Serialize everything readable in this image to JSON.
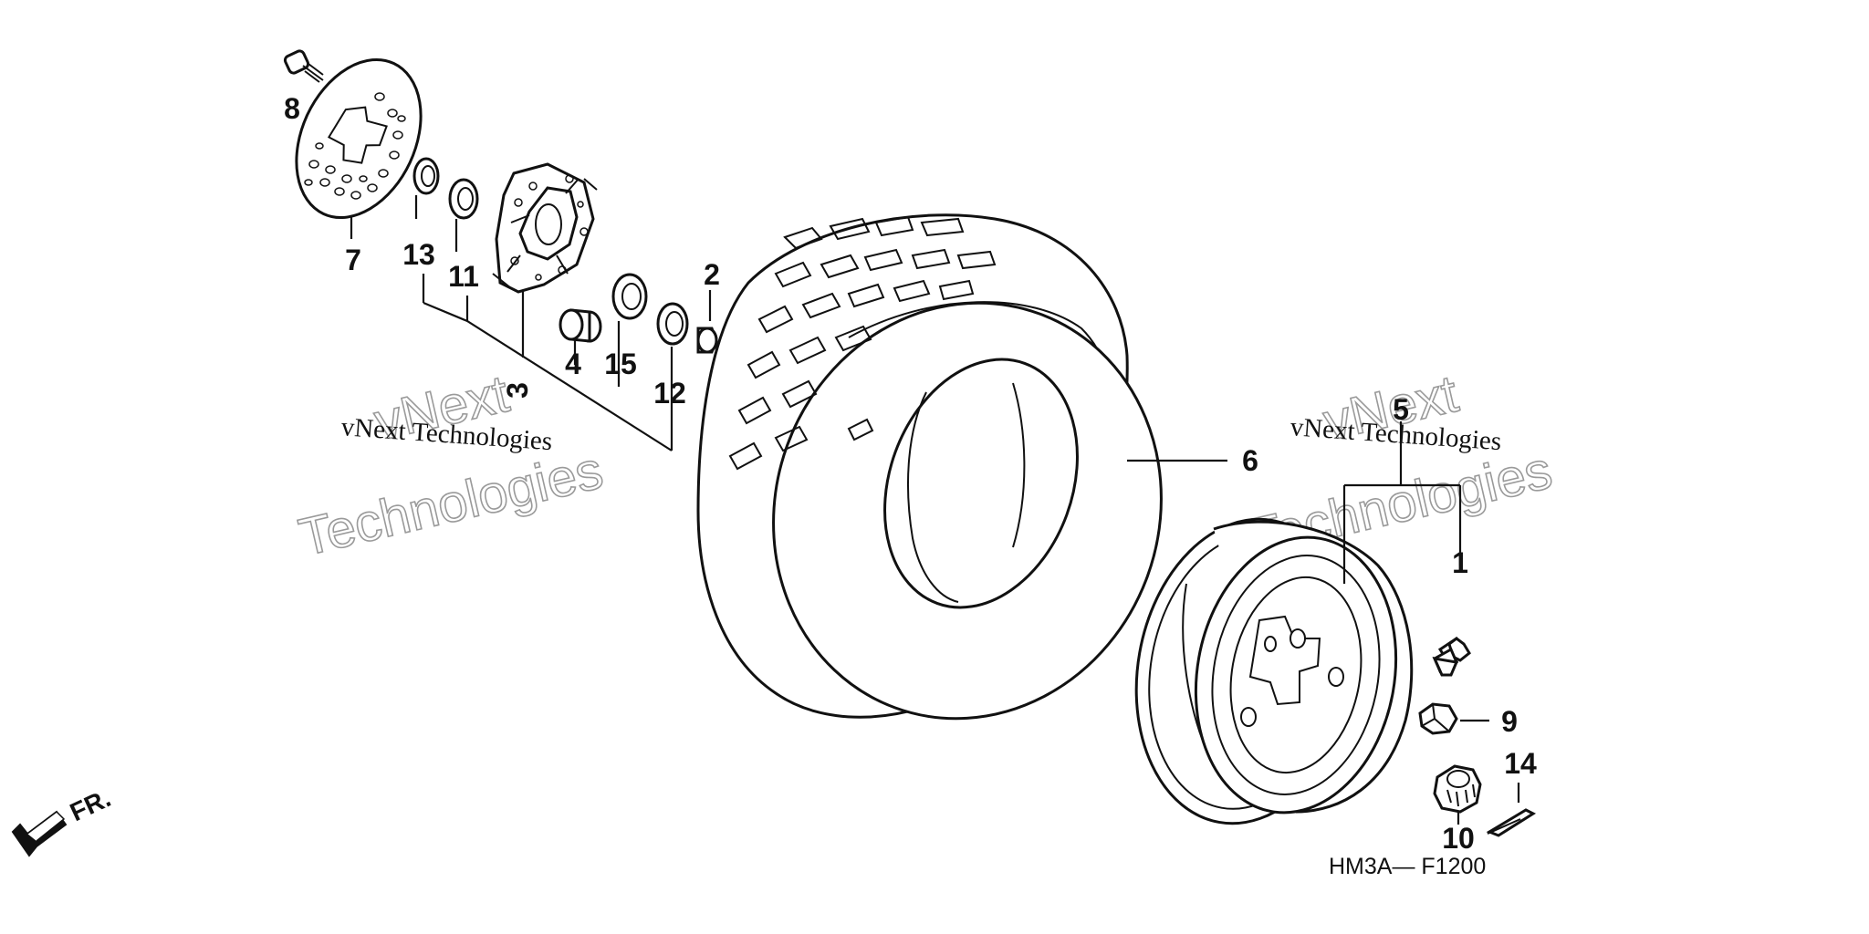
{
  "diagram": {
    "code": "HM3A— F1200",
    "direction_label": "FR.",
    "watermark": {
      "top": "vNext",
      "bottom": "Technologies",
      "caption": "vNext Technologies"
    },
    "callouts": [
      {
        "id": "1",
        "label": "1"
      },
      {
        "id": "2",
        "label": "2"
      },
      {
        "id": "3",
        "label": "3"
      },
      {
        "id": "4",
        "label": "4"
      },
      {
        "id": "5",
        "label": "5"
      },
      {
        "id": "6",
        "label": "6"
      },
      {
        "id": "7",
        "label": "7"
      },
      {
        "id": "8",
        "label": "8"
      },
      {
        "id": "9",
        "label": "9"
      },
      {
        "id": "10",
        "label": "10"
      },
      {
        "id": "11",
        "label": "11"
      },
      {
        "id": "12",
        "label": "12"
      },
      {
        "id": "13",
        "label": "13"
      },
      {
        "id": "14",
        "label": "14"
      },
      {
        "id": "15",
        "label": "15"
      }
    ]
  }
}
